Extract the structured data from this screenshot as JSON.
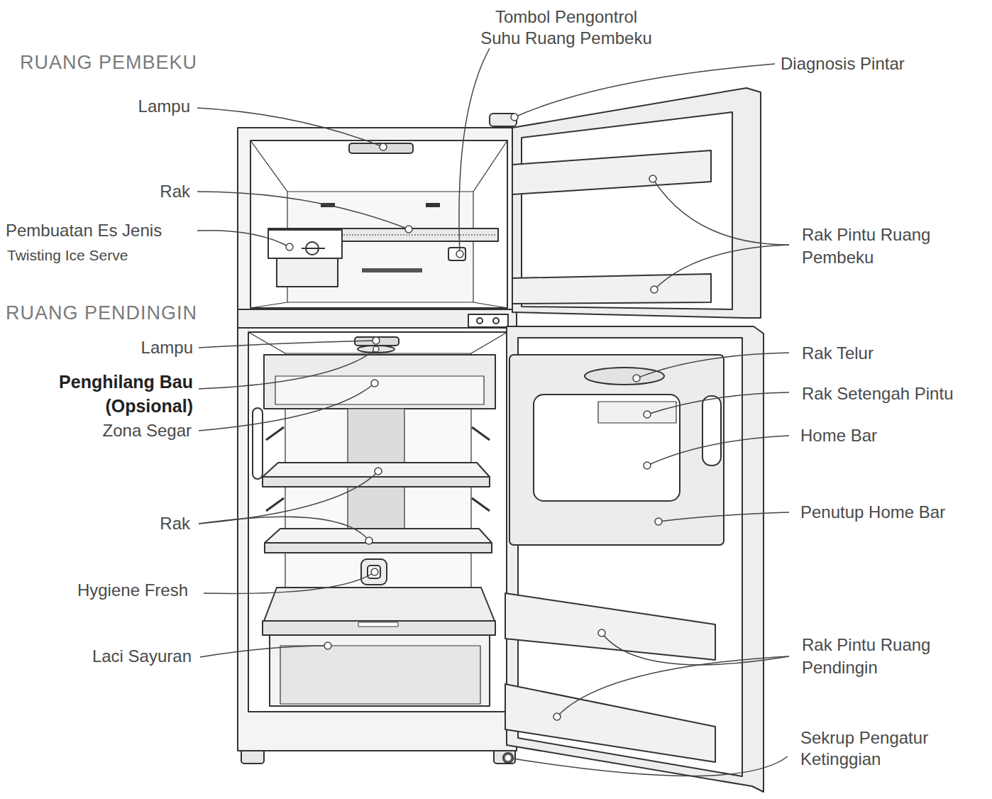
{
  "diagram": {
    "labels": [
      "Tombol Pengontrol Suhu Ruang Pembeku",
      "RUANG PEMBEKU",
      "Diagnosis Pintar",
      "Lampu",
      "Rak",
      "Pembuatan Es Jenis",
      "Twisting Ice Serve",
      "Rak Pintu Ruang Pembeku",
      "RUANG PENDINGIN",
      "Lampu",
      "Rak Telur",
      "Penghilang Bau (Opsional)",
      "Rak Setengah Pintu",
      "Zona Segar",
      "Home Bar",
      "Rak",
      "Penutup Home Bar",
      "Hygiene Fresh",
      "Rak Pintu Ruang Pendingin",
      "Laci Sayuran",
      "Sekrup Pengatur Ketinggian"
    ]
  }
}
